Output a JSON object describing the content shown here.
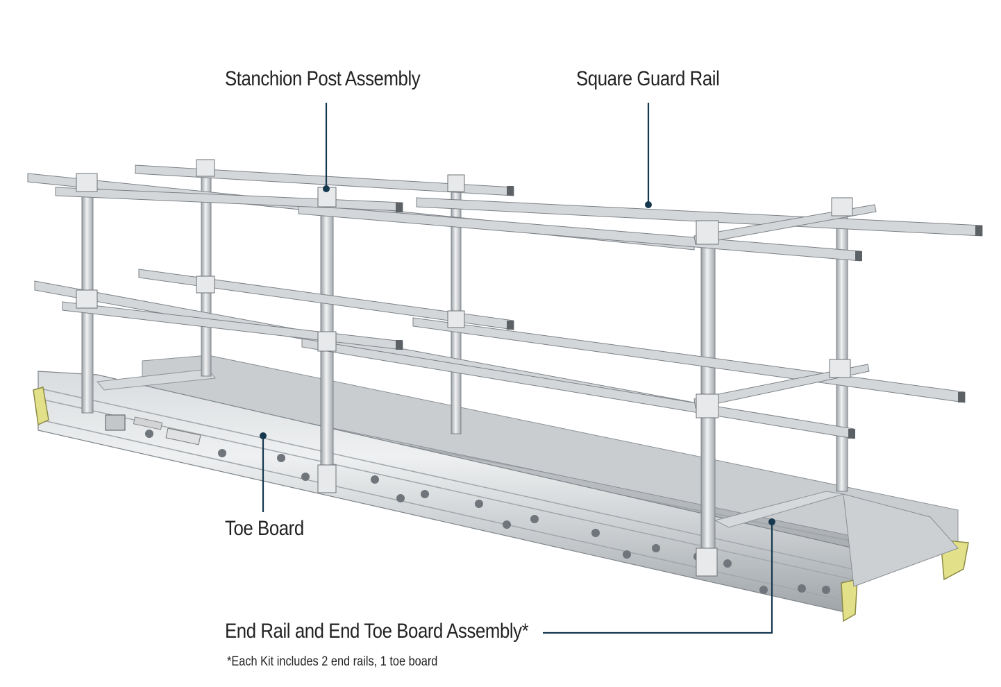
{
  "callouts": {
    "stanchion": "Stanchion Post Assembly",
    "guard_rail": "Square Guard Rail",
    "toe_board": "Toe Board",
    "end_rail": "End Rail and End Toe Board Assembly*"
  },
  "footnote": "*Each Kit includes 2 end rails, 1 toe board",
  "colors": {
    "leader_line": "#16384f",
    "aluminum_light": "#e4e6e8",
    "aluminum_mid": "#b9bdc1",
    "aluminum_dark": "#7c8186",
    "end_cap_yellow": "#e3e08a"
  }
}
